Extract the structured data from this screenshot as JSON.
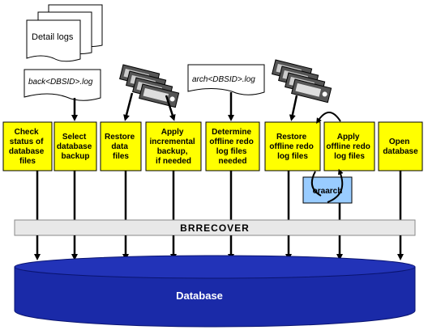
{
  "detail_logs": {
    "label": "Detail logs"
  },
  "backup_log": {
    "label": "back<DBSID>.log"
  },
  "archive_log": {
    "label": "arch<DBSID>.log"
  },
  "steps": [
    {
      "lines": [
        "Check",
        "status of",
        "database",
        "files"
      ]
    },
    {
      "lines": [
        "Select",
        "database",
        "backup"
      ]
    },
    {
      "lines": [
        "Restore",
        "data",
        "files"
      ]
    },
    {
      "lines": [
        "Apply",
        "incremental",
        "backup,",
        "if needed"
      ]
    },
    {
      "lines": [
        "Determine",
        "offline redo",
        "log files",
        "needed"
      ]
    },
    {
      "lines": [
        "Restore",
        "offline redo",
        "log files"
      ]
    },
    {
      "lines": [
        "Apply",
        "offline redo",
        "log files"
      ]
    },
    {
      "lines": [
        "Open",
        "database"
      ]
    }
  ],
  "oraarch": {
    "label": "oraarch"
  },
  "brrecover": {
    "label": "BRRECOVER"
  },
  "database": {
    "label": "Database"
  },
  "colors": {
    "step_box": "#ffff00",
    "oraarch_box": "#99ccff",
    "bar": "#e8e8e8",
    "db_fill": "#1a2aa8",
    "db_top": "#1a2aa8"
  }
}
